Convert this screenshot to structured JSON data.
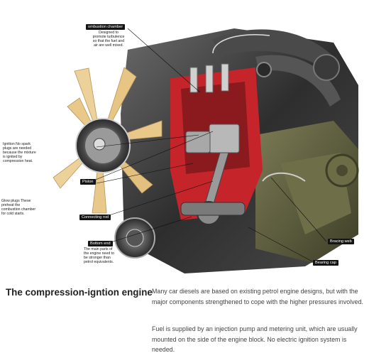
{
  "labels": {
    "combustion_chamber": {
      "tag": "ombustion chamber",
      "desc": "Designed to\npromote turbulence\nso that the fuel and\nair are well mixed."
    },
    "ignition": "Ignition No spark\nplugs are needed\nbecause the mixture\nis ignited by\ncompression heat.",
    "glow_plugs": "Glow plugs These\npreheat the\ncombustion chamber\nfor cold starts.",
    "piston": "Piston",
    "connecting_rod": "Connecting rod",
    "bottom_end": {
      "tag": "Bottom end",
      "desc": "The main parts of\nthe engine need to\nbe stronger than\npetrol equivalents."
    },
    "bracing_web": "Bracing web",
    "bearing_cap": "Bearing cap"
  },
  "caption": {
    "title": "The compression-igntion engine",
    "paragraph_1": "Many car diesels are based on existing petrol engine designs, but with the major components strengthened to cope with the higher pressures involved.",
    "paragraph_2": "Fuel is supplied by an injection pump and metering unit, which are usually mounted on the side of the engine block. No electric ignition system is needed."
  },
  "colors": {
    "engine_metal": "#3a3a3a",
    "cutaway_red": "#c4242a",
    "fan_blade": "#e8c98a",
    "block_green": "#5a5a3c"
  }
}
